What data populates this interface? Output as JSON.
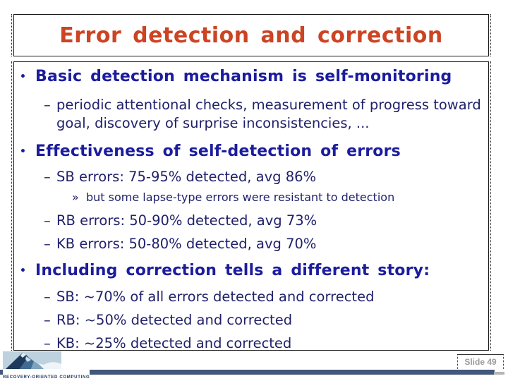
{
  "slide": {
    "title": "Error detection and correction",
    "markers": {
      "level1": "•",
      "level2": "–",
      "level3": "»"
    },
    "bullets": [
      {
        "level": 1,
        "text": "Basic detection mechanism is self-monitoring"
      },
      {
        "level": 2,
        "text": "periodic attentional checks, measurement of progress toward goal, discovery of surprise inconsistencies, ..."
      },
      {
        "level": 1,
        "text": "Effectiveness of self-detection of errors"
      },
      {
        "level": 2,
        "text": "SB errors: 75-95% detected, avg 86%"
      },
      {
        "level": 3,
        "text": "but some lapse-type errors were resistant to detection"
      },
      {
        "level": 2,
        "text": "RB errors: 50-90% detected, avg 73%"
      },
      {
        "level": 2,
        "text": "KB errors: 50-80% detected, avg 70%"
      },
      {
        "level": 1,
        "text": "Including correction tells a different story:"
      },
      {
        "level": 2,
        "text": "SB: ~70% of all errors detected and corrected"
      },
      {
        "level": 2,
        "text": "RB: ~50% detected and corrected"
      },
      {
        "level": 2,
        "text": "KB: ~25% detected and corrected"
      }
    ],
    "footer": {
      "slide_number_label": "Slide 49",
      "logo_caption": "Recovery-Oriented Computing"
    },
    "colors": {
      "title_text": "#cc4423",
      "heading_text": "#1c1c9e",
      "body_text": "#20216a",
      "bottom_bar": "#42587c",
      "slide_number_text": "#9c9c9c"
    }
  }
}
